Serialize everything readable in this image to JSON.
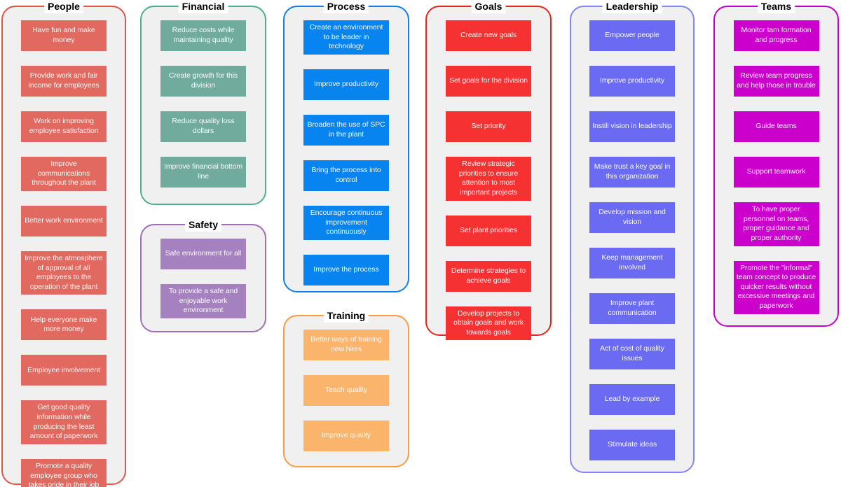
{
  "groups": [
    {
      "id": "people",
      "title": "People",
      "border_color": "#e25549",
      "box_color": "#e2695f",
      "items": [
        "Have fun and make money",
        "Provide work and fair income for employees",
        "Work on improving employee satisfaction",
        "Improve communications throughout the plant",
        "Better work environment",
        "Improve the atmosphere of approval of all employees to the operation of the plant",
        "Help everyone make more money",
        "Employee involvement",
        "Get good quality information while producing the least amount of paperwork",
        "Promote a quality employee group who takes pride in their job"
      ]
    },
    {
      "id": "financial",
      "title": "Financial",
      "border_color": "#50ae8c",
      "box_color": "#71ab9e",
      "items": [
        "Reduce costs while maintaining quality",
        "Create growth for this division",
        "Reduce quality loss dollars",
        "Improve financial bottom line"
      ]
    },
    {
      "id": "safety",
      "title": "Safety",
      "border_color": "#9d6fb8",
      "box_color": "#a681c0",
      "items": [
        "Safe environment for all",
        "To provide a safe and enjoyable work environment"
      ]
    },
    {
      "id": "process",
      "title": "Process",
      "border_color": "#1180ea",
      "box_color": "#0884f0",
      "items": [
        "Create an environment to be leader in technology",
        "Improve productivity",
        "Broaden the use of SPC in the plant",
        "Bring the process into control",
        "Encourage continuous improvement continuously",
        "Improve the process"
      ]
    },
    {
      "id": "training",
      "title": "Training",
      "border_color": "#f89c47",
      "box_color": "#fbb46c",
      "items": [
        "Better ways of training new hires",
        "Teach quality",
        "Improve quality"
      ]
    },
    {
      "id": "goals",
      "title": "Goals",
      "border_color": "#e0281c",
      "box_color": "#f63131",
      "items": [
        "Create new goals",
        "Set goals for the division",
        "Set priority",
        "Review strategic priorities to ensure attention to most important projects",
        "Set plant priorities",
        "Determine strategies to achieve goals",
        "Develop projects to obtain goals and work towards goals"
      ]
    },
    {
      "id": "leadership",
      "title": "Leadership",
      "border_color": "#8585f6",
      "box_color": "#6a6af2",
      "items": [
        "Empower people",
        "Improve productivity",
        "Instill vision in leadership",
        "Make trust a key goal in this organization",
        "Develop mission and vision",
        "Keep management involved",
        "Improve plant communication",
        "Act of cost of quality issues",
        "Lead by example",
        "Stimulate ideas"
      ]
    },
    {
      "id": "teams",
      "title": "Teams",
      "border_color": "#c400cb",
      "box_color": "#cc00cc",
      "items": [
        "Monitor tam formation and progress",
        "Review team progress and help those in trouble",
        "Guide teams",
        "Support teamwork",
        "To have proper personnel on teams, proper guidance and proper authority",
        "Promote the \"informal\" team concept to produce quicker results without excessive meetings and paperwork"
      ]
    }
  ]
}
